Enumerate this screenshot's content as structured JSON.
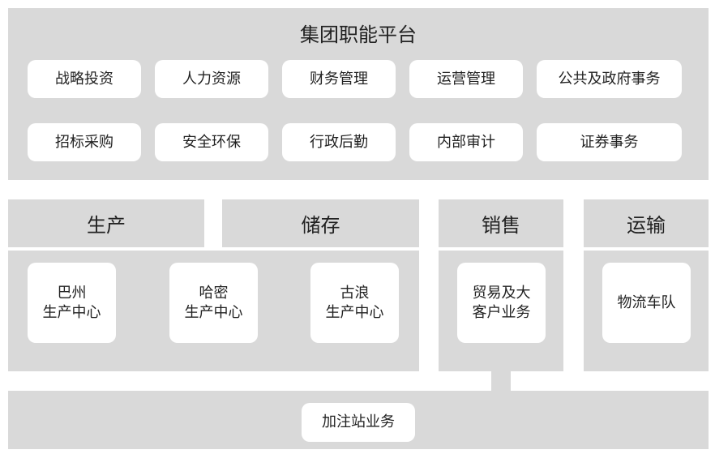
{
  "platform": {
    "title": "集团职能平台",
    "row1": [
      "战略投资",
      "人力资源",
      "财务管理",
      "运营管理",
      "公共及政府事务"
    ],
    "row2": [
      "招标采购",
      "安全环保",
      "行政后勤",
      "内部审计",
      "证券事务"
    ]
  },
  "segments": {
    "production": {
      "title": "生产",
      "centers": [
        {
          "line1": "巴州",
          "line2": "生产中心"
        },
        {
          "line1": "哈密",
          "line2": "生产中心"
        },
        {
          "line1": "古浪",
          "line2": "生产中心"
        }
      ]
    },
    "storage": {
      "title": "储存"
    },
    "sales": {
      "title": "销售",
      "unit": {
        "line1": "贸易及大",
        "line2": "客户业务"
      }
    },
    "transport": {
      "title": "运输",
      "unit": "物流车队"
    }
  },
  "gas_station": "加注站业务",
  "colors": {
    "panel": "#d9d9d9",
    "box": "#ffffff",
    "text": "#222222"
  }
}
